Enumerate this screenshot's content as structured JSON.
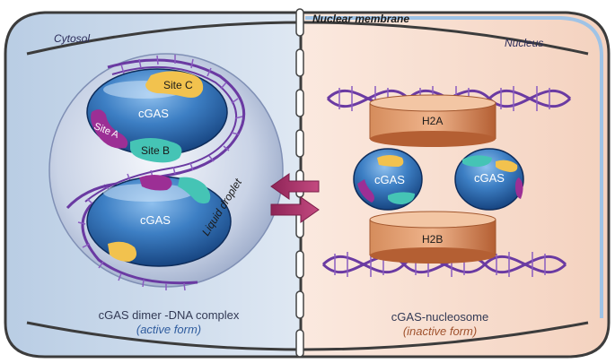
{
  "regions": {
    "cytosol": "Cytosol",
    "nucleus": "Nucleus",
    "membrane": "Nuclear membrane"
  },
  "left_complex": {
    "droplet_label": "Liquid droplet",
    "top_protein": "cGAS",
    "bottom_protein": "cGAS",
    "site_a": "Site A",
    "site_b": "Site B",
    "site_c": "Site C",
    "caption": "cGAS dimer -DNA complex",
    "caption_form": "(active form)"
  },
  "right_complex": {
    "histone_top": "H2A",
    "histone_bottom": "H2B",
    "left_protein": "cGAS",
    "right_protein": "cGAS",
    "caption": "cGAS-nucleosome",
    "caption_form": "(inactive form)"
  },
  "colors": {
    "cytosol_bg": "#cfdcec",
    "nucleus_bg": "#f6dccf",
    "dna": "#6a3aa2",
    "protein": "#2f6fb5",
    "site_a": "#9c2f95",
    "site_b": "#45c4b5",
    "site_c": "#f2c24e",
    "histone": "#c8774a",
    "arrow": "#a8326a",
    "active_text": "#2f5c9e",
    "inactive_text": "#a0522d"
  }
}
